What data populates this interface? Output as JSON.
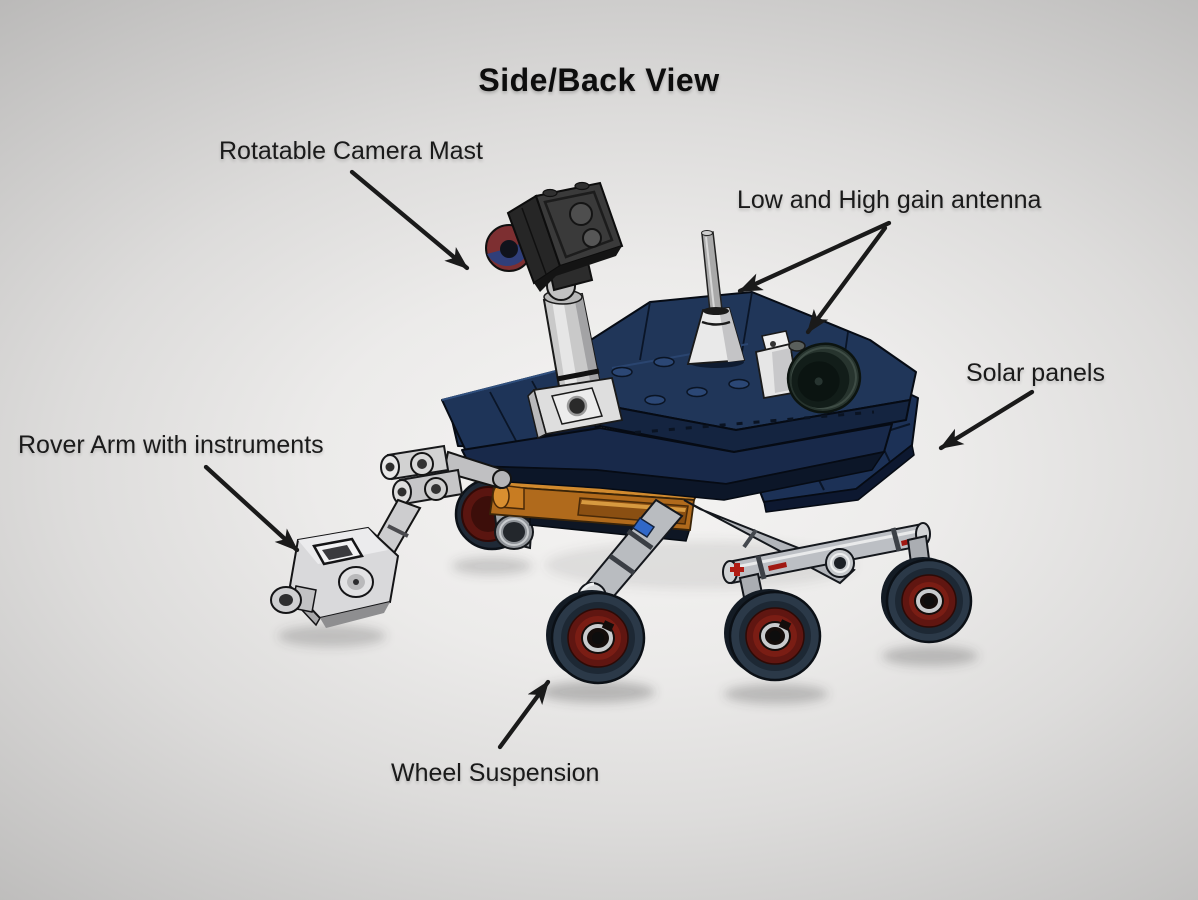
{
  "slide": {
    "title": "Side/Back View"
  },
  "annotations": {
    "camera_mast": "Rotatable Camera Mast",
    "antenna": "Low and High gain antenna",
    "solar_panels": "Solar panels",
    "rover_arm": "Rover Arm with instruments",
    "wheel_suspension": "Wheel Suspension"
  },
  "figure": {
    "subject": "LEGO Mars exploration rover, side/back 3D view",
    "colors": {
      "body_navy": "#1e3457",
      "chassis_orange": "#b06a1c",
      "suspension_gray": "#c6c9cc",
      "wheel_tire": "#2b3948",
      "wheel_hub_red": "#601611",
      "annotation_ink": "#1a1a1a",
      "background_center": "#f5f4f3",
      "background_edge": "#aeadac"
    }
  }
}
